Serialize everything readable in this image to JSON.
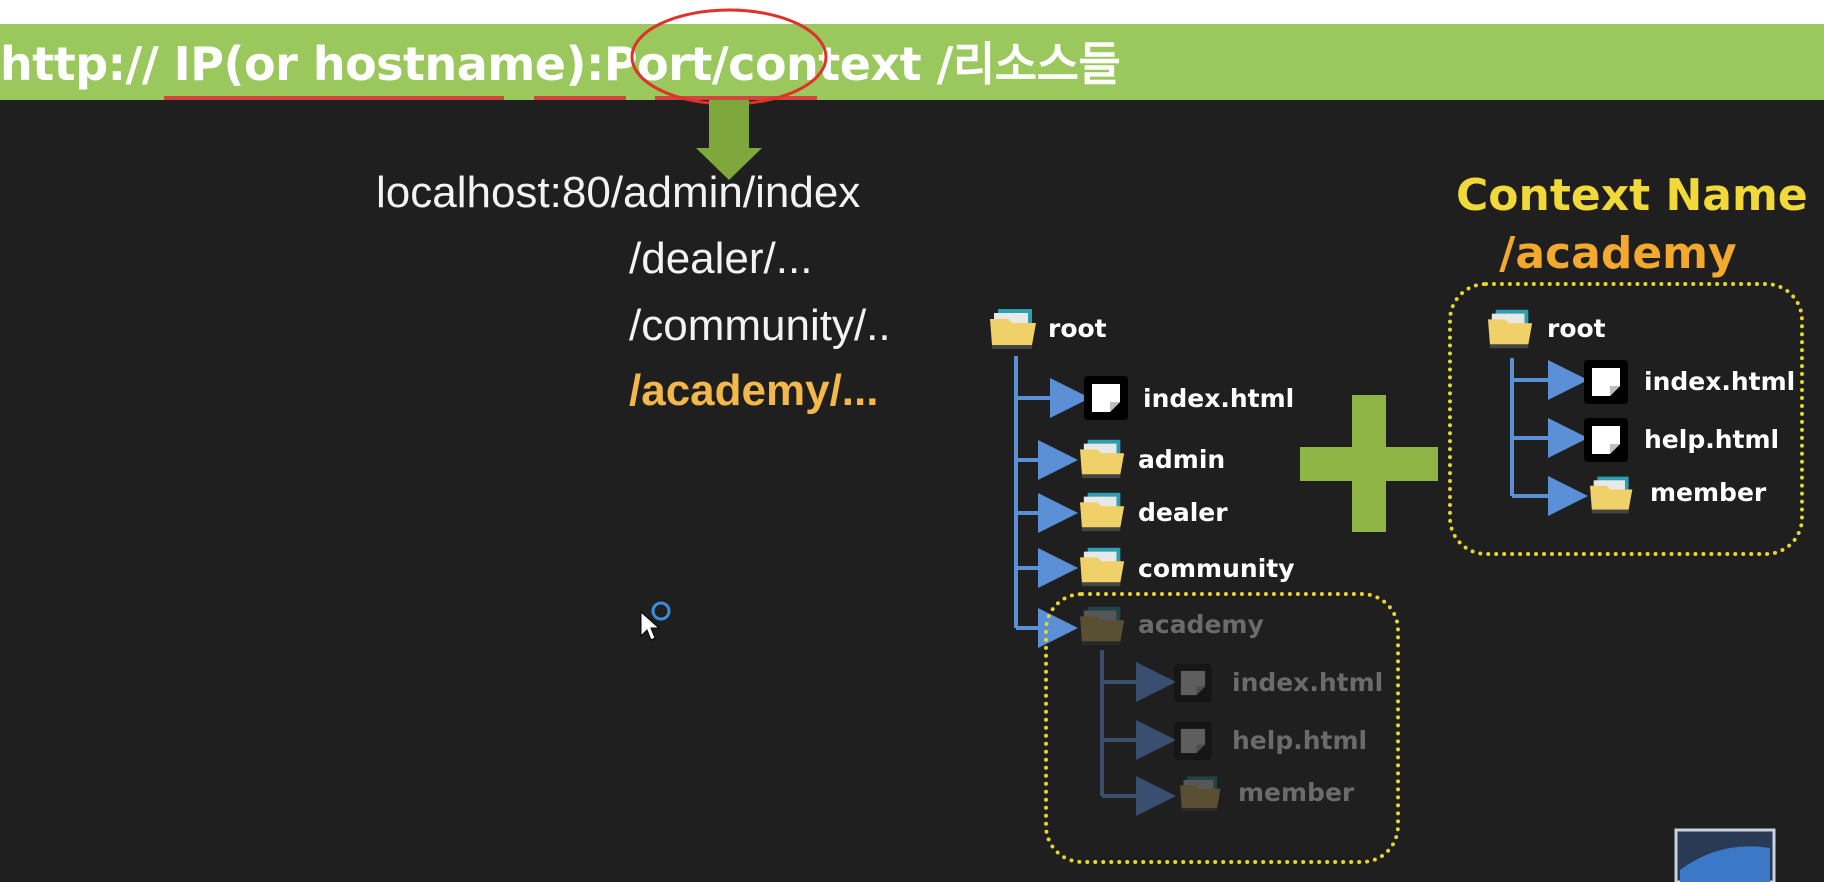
{
  "banner": {
    "url_text": "http:// IP(or hostname):Port/context /리소스들",
    "bg_color": "#9ac85c",
    "underline_color": "#d0473f",
    "ellipse_color": "#e0312a"
  },
  "url_examples": {
    "line1": "localhost:80/admin/index",
    "line2": "/dealer/...",
    "line3": "/community/..",
    "line4": "/academy/..."
  },
  "main_tree": {
    "root": "root",
    "index": "index.html",
    "admin": "admin",
    "dealer": "dealer",
    "community": "community",
    "academy": "academy",
    "academy_children": [
      "index.html",
      "help.html",
      "member"
    ]
  },
  "context_panel": {
    "title": "Context Name",
    "name": "/academy",
    "root": "root",
    "children": [
      "index.html",
      "help.html",
      "member"
    ]
  },
  "colors": {
    "arrow_blue": "#5b8fd6",
    "plus_green": "#8fb446",
    "dotted_yellow": "#e9d62c",
    "highlight_orange": "#f4b84a"
  }
}
